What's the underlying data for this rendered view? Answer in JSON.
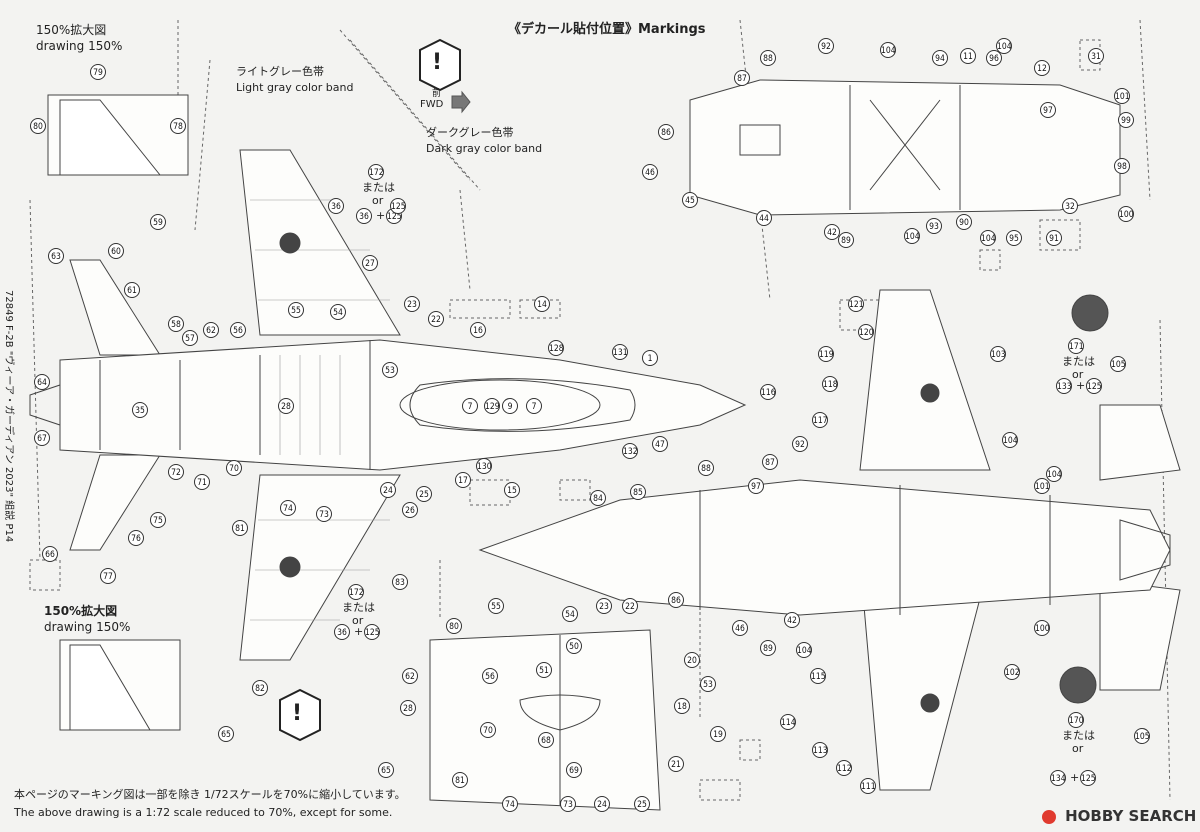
{
  "header": {
    "title": "《デカール貼付位置》Markings"
  },
  "fwd": {
    "jp": "前",
    "en": "FWD"
  },
  "bands": {
    "light_jp": "ライトグレー色帯",
    "light_en": "Light gray color band",
    "dark_jp": "ダークグレー色帯",
    "dark_en": "Dark gray color band"
  },
  "zoom_top": {
    "jp": "150%拡大図",
    "en": "drawing 150%"
  },
  "zoom_bottom": {
    "jp": "150%拡大図",
    "en": "drawing 150%"
  },
  "alt_upper": {
    "num1": "172",
    "or_jp": "または",
    "or_en": "or",
    "num2": "36",
    "plus": "+",
    "num3": "125"
  },
  "alt_lower": {
    "num1": "172",
    "or_jp": "または",
    "or_en": "or",
    "num2": "36",
    "plus": "+",
    "num3": "125"
  },
  "alt_right_top": {
    "num1": "171",
    "or_jp": "または",
    "or_en": "or",
    "num2": "133",
    "plus": "+",
    "num3": "125"
  },
  "alt_right_bottom": {
    "num1": "170",
    "or_jp": "または",
    "or_en": "or",
    "num2": "134",
    "plus": "+",
    "num3": "125"
  },
  "side_text": "72849  F-2B  \"ヴィーア・ガーディアン 2023\" 組説 P14",
  "footer": {
    "jp": "本ページのマーキング図は一部を除き 1/72スケールを70%に縮小しています。",
    "en": "The above drawing is a 1:72 scale reduced to 70%, except for some."
  },
  "logo": "HOBBY SEARCH",
  "callouts_left": [
    "79",
    "80",
    "78",
    "59",
    "60",
    "63",
    "61",
    "58",
    "62",
    "57",
    "56",
    "55",
    "54",
    "27",
    "23",
    "22",
    "16",
    "14",
    "128",
    "131",
    "1",
    "64",
    "35",
    "67",
    "72",
    "66",
    "76",
    "77",
    "75",
    "71",
    "70",
    "74",
    "73",
    "24",
    "25",
    "26",
    "81",
    "83",
    "82",
    "65",
    "53",
    "28",
    "7",
    "129",
    "9",
    "7",
    "47",
    "132",
    "130",
    "17",
    "15",
    "36",
    "125"
  ],
  "callouts_topright": [
    "92",
    "104",
    "11",
    "104",
    "94",
    "96",
    "12",
    "31",
    "87",
    "88",
    "97",
    "101",
    "99",
    "86",
    "98",
    "46",
    "45",
    "44",
    "42",
    "89",
    "104",
    "93",
    "90",
    "104",
    "95",
    "91",
    "32",
    "100"
  ],
  "callouts_right": [
    "121",
    "120",
    "103",
    "119",
    "118",
    "116",
    "117",
    "104",
    "92",
    "87",
    "88",
    "97",
    "101",
    "104",
    "84",
    "85",
    "86",
    "46",
    "42",
    "89",
    "104",
    "115",
    "114",
    "113",
    "112",
    "111",
    "102",
    "100",
    "105",
    "105",
    "133",
    "125",
    "134",
    "125"
  ],
  "callouts_bottomcenter": [
    "55",
    "54",
    "23",
    "22",
    "80",
    "50",
    "62",
    "56",
    "51",
    "20",
    "53",
    "18",
    "28",
    "70",
    "19",
    "68",
    "65",
    "81",
    "69",
    "21",
    "74",
    "73",
    "24",
    "25"
  ]
}
